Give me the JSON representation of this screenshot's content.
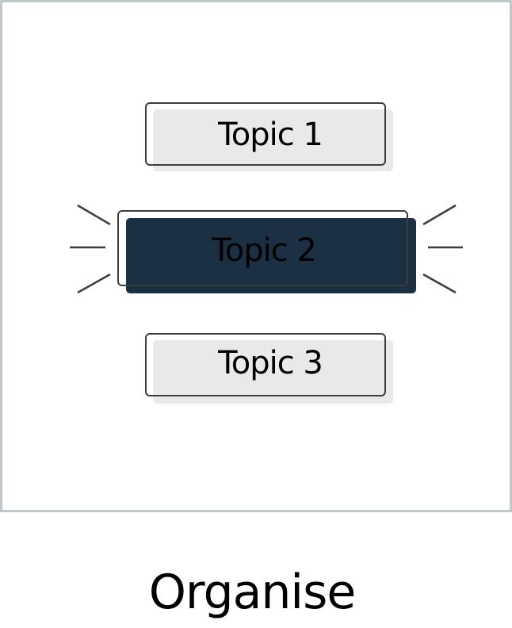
{
  "diagram": {
    "topics": [
      {
        "label": "Topic 1",
        "state": "normal"
      },
      {
        "label": "Topic 2",
        "state": "highlighted"
      },
      {
        "label": "Topic 3",
        "state": "normal"
      }
    ],
    "caption": "Organise",
    "colors": {
      "frame_border": "#bec8cb",
      "topic_fill": "#e7e9eb",
      "highlight_fill": "#1b3043",
      "outline": "#3d3d3d",
      "text": "#000000"
    }
  }
}
